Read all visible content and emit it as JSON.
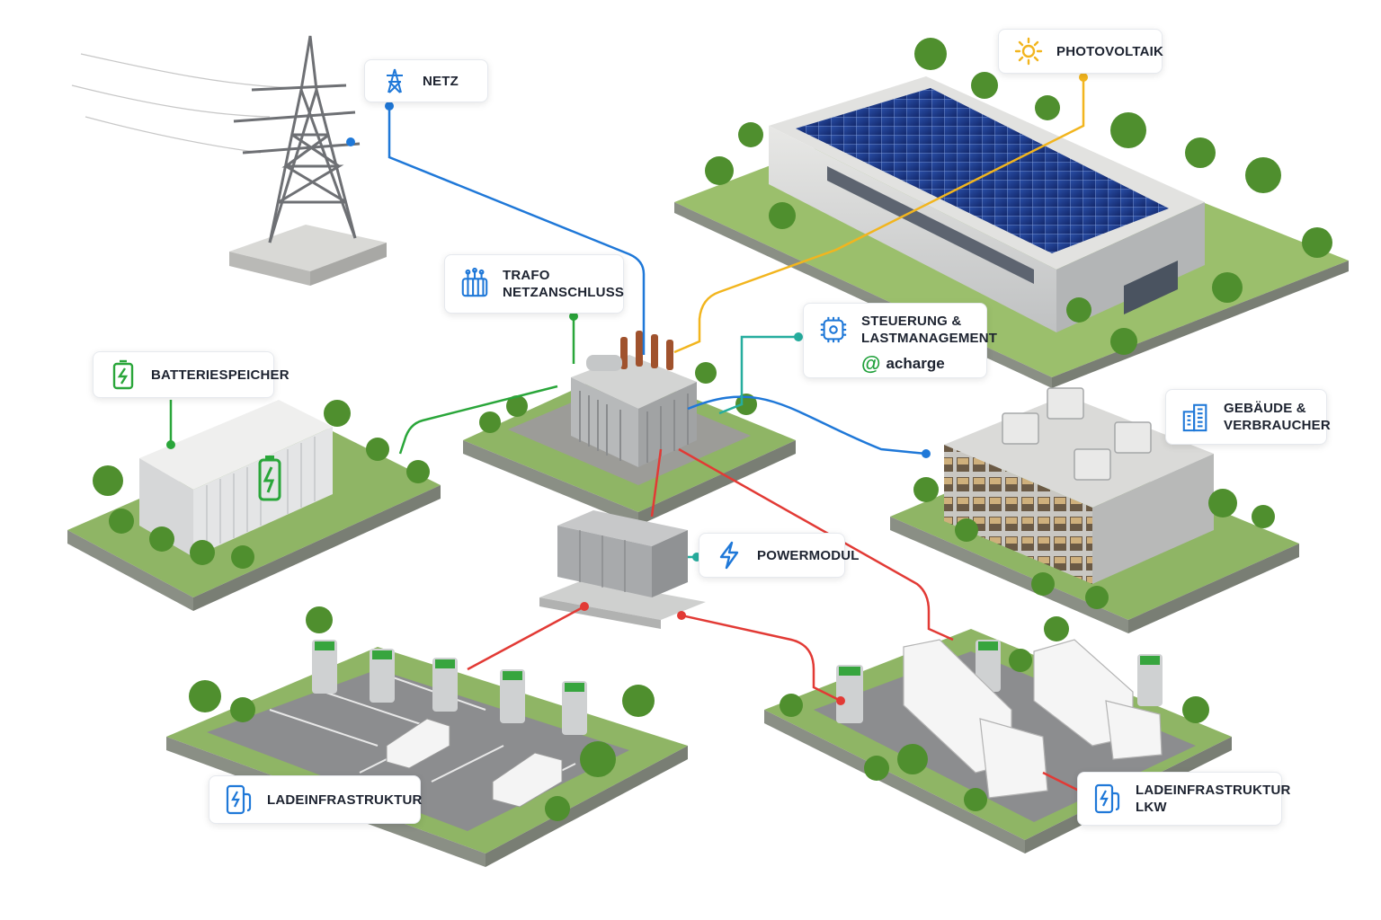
{
  "labels": {
    "netz": "NETZ",
    "photovoltaik": "PHOTOVOLTAIK",
    "trafo": "TRAFO\nNETZANSCHLUSS",
    "steuerung": "STEUERUNG &\nLASTMANAGEMENT",
    "batterie": "BATTERIESPEICHER",
    "gebaeude": "GEBÄUDE &\nVERBRAUCHER",
    "powermodul": "POWERMODUL",
    "lade": "LADEINFRASTRUKTUR",
    "lade_lkw": "LADEINFRASTRUKTUR\nLKW"
  },
  "brand": {
    "name": "acharge",
    "symbol": "@"
  },
  "icons": {
    "netz": "power-pylon-icon",
    "photovoltaik": "sun-icon",
    "trafo": "transformer-icon",
    "steuerung": "chip-gear-icon",
    "batterie": "battery-icon",
    "gebaeude": "buildings-icon",
    "powermodul": "lightning-icon",
    "lade": "ev-charger-icon",
    "lade_lkw": "ev-charger-icon"
  },
  "colors": {
    "grid": "#1f78d8",
    "solar": "#f2b51e",
    "battery": "#2aa63a",
    "control": "#26ad9e",
    "power": "#e23a35"
  }
}
